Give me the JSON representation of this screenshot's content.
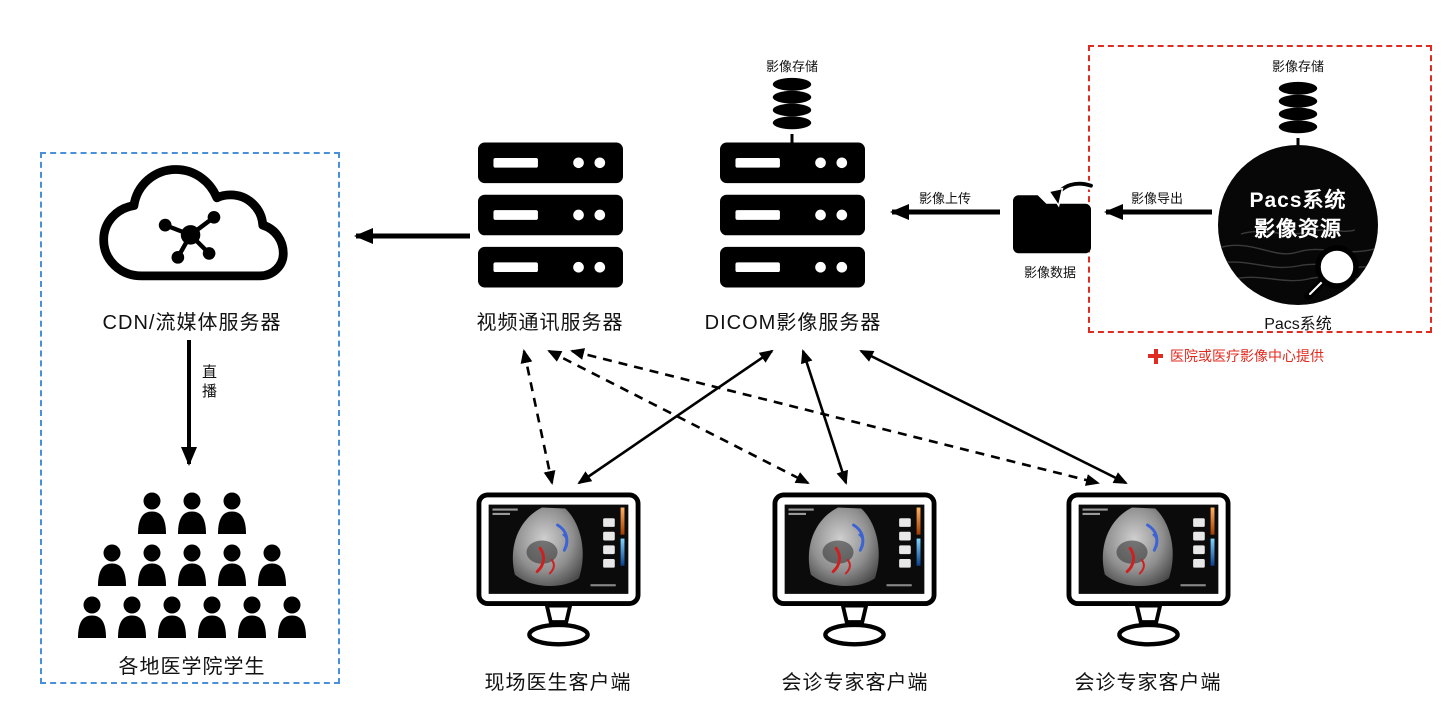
{
  "diagram": {
    "pacs_group": {
      "storage_label": "影像存储",
      "system_line1": "Pacs系统",
      "system_line2": "影像资源",
      "caption": "Pacs系统",
      "provider_note": "医院或医疗影像中心提供"
    },
    "flow": {
      "export_label": "影像导出",
      "data_label": "影像数据",
      "upload_label": "影像上传",
      "live_label": "直播"
    },
    "servers": {
      "dicom": {
        "storage_label": "影像存储",
        "label": "DICOM影像服务器"
      },
      "video": {
        "label": "视频通讯服务器"
      },
      "cdn": {
        "label": "CDN/流媒体服务器"
      }
    },
    "students_label": "各地医学院学生",
    "clients": [
      {
        "label": "现场医生客户端"
      },
      {
        "label": "会诊专家客户端"
      },
      {
        "label": "会诊专家客户端"
      }
    ]
  },
  "colors": {
    "red_accent": "#e02b20",
    "blue_accent": "#4a90d9",
    "ink": "#000000"
  }
}
